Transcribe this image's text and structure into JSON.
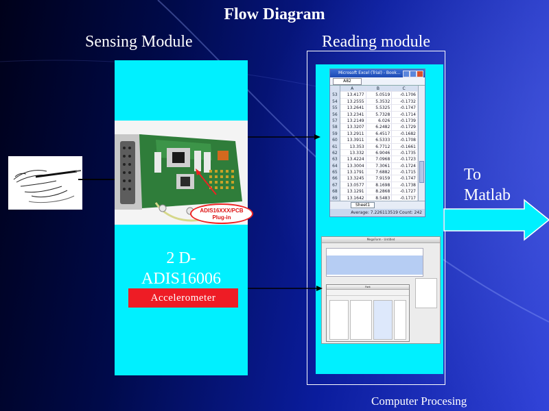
{
  "title": "Flow Diagram",
  "sensing_module": {
    "label": "Sensing Module",
    "callout": [
      "ADIS16XXX/PCB",
      "Plug-in"
    ],
    "chip_name": "2 D-ADIS16006",
    "chip_line1": "2 D-",
    "chip_line2": "ADIS16006",
    "accelerometer_label": "Accelerometer"
  },
  "reading_module": {
    "label": "Reading module",
    "excel": {
      "title": "Microsoft Excel (Trial) - Book...",
      "name_box": "A82",
      "columns": [
        "A",
        "B",
        "C"
      ],
      "rows": [
        {
          "n": "53",
          "a": "13.4177",
          "b": "5.0519",
          "c": "-0.1706"
        },
        {
          "n": "54",
          "a": "13.2555",
          "b": "5.3532",
          "c": "-0.1732"
        },
        {
          "n": "55",
          "a": "13.2641",
          "b": "5.5325",
          "c": "-0.1747"
        },
        {
          "n": "56",
          "a": "13.2341",
          "b": "5.7328",
          "c": "-0.1714"
        },
        {
          "n": "57",
          "a": "13.2149",
          "b": "6.026",
          "c": "-0.1739"
        },
        {
          "n": "58",
          "a": "13.3207",
          "b": "6.2482",
          "c": "-0.1729"
        },
        {
          "n": "59",
          "a": "13.2911",
          "b": "6.4517",
          "c": "-0.1682"
        },
        {
          "n": "60",
          "a": "13.3911",
          "b": "6.5333",
          "c": "-0.1708"
        },
        {
          "n": "61",
          "a": "13.353",
          "b": "6.7712",
          "c": "-0.1661"
        },
        {
          "n": "62",
          "a": "13.332",
          "b": "6.9046",
          "c": "-0.1735"
        },
        {
          "n": "63",
          "a": "13.4224",
          "b": "7.0968",
          "c": "-0.1723"
        },
        {
          "n": "64",
          "a": "13.3004",
          "b": "7.3061",
          "c": "-0.1724"
        },
        {
          "n": "65",
          "a": "13.1791",
          "b": "7.6882",
          "c": "-0.1715"
        },
        {
          "n": "66",
          "a": "13.3245",
          "b": "7.9159",
          "c": "-0.1747"
        },
        {
          "n": "67",
          "a": "13.0577",
          "b": "8.1698",
          "c": "-0.1738"
        },
        {
          "n": "68",
          "a": "13.1291",
          "b": "8.2868",
          "c": "-0.1727"
        },
        {
          "n": "69",
          "a": "13.1642",
          "b": "8.5483",
          "c": "-0.1717"
        }
      ],
      "sheet_tab": "Sheet1",
      "status": "Average: 7.226113519    Count: 242"
    },
    "megaform_title": "MegaForm - Untitled",
    "font_panel_title": "Font"
  },
  "output": {
    "line1": "To",
    "line2": "Matlab"
  },
  "footer": "Computer Procesing",
  "colors": {
    "module_fill": "#00f0ff",
    "accelerometer_fill": "#ee1c25",
    "text": "#ffffff",
    "arrow_fill": "#00f0ff"
  }
}
